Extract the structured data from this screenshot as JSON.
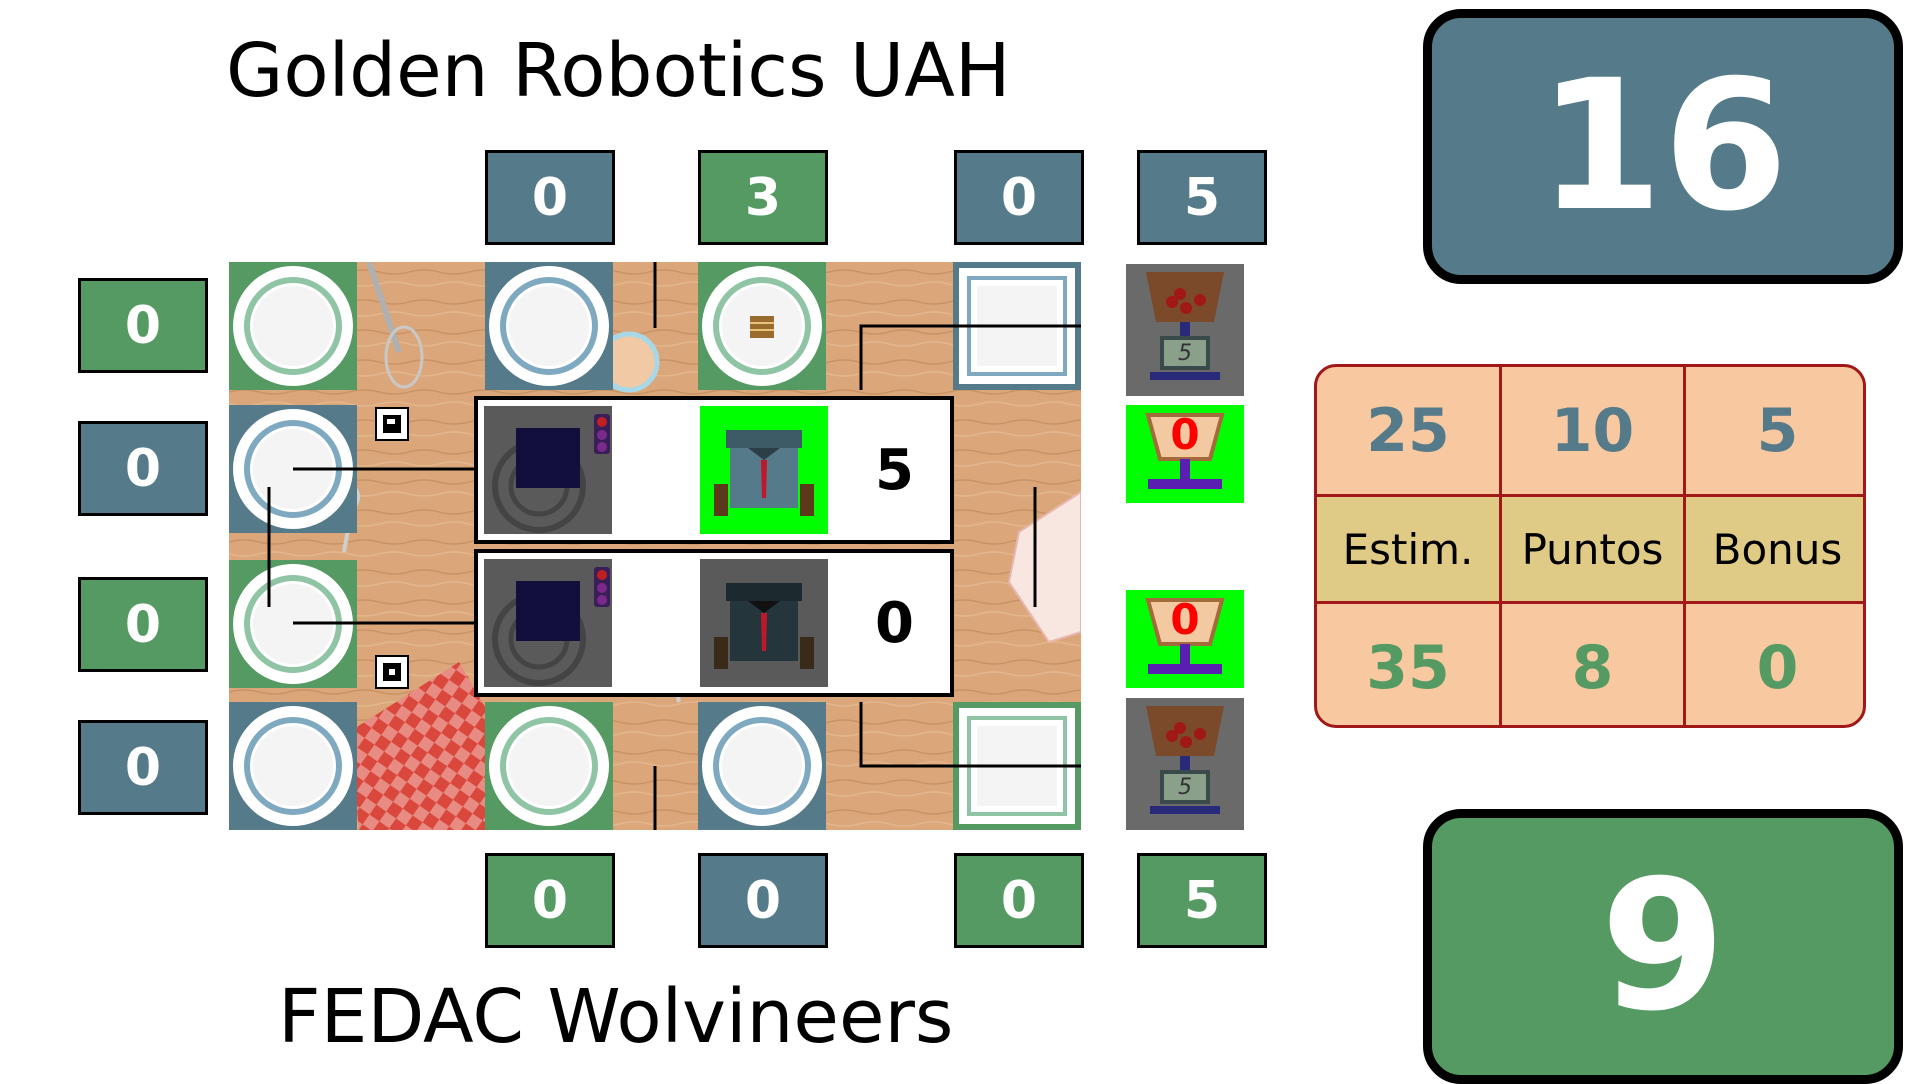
{
  "teams": {
    "top_name": "Golden Robotics UAH",
    "bottom_name": "FEDAC Wolvineers"
  },
  "scores": {
    "top_total": "16",
    "bottom_total": "9",
    "top_color": "#557a89",
    "bottom_color": "#559a63"
  },
  "top_boxes": [
    "0",
    "3",
    "0",
    "5"
  ],
  "bottom_boxes": [
    "0",
    "0",
    "0",
    "5"
  ],
  "left_boxes": [
    "0",
    "0",
    "0",
    "0"
  ],
  "cards": [
    {
      "value": "5"
    },
    {
      "value": "0"
    }
  ],
  "scale_indicators": [
    "0",
    "0"
  ],
  "scale_displays": [
    "5",
    "5"
  ],
  "stats": {
    "headers": [
      "Estim.",
      "Puntos",
      "Bonus"
    ],
    "top_values": [
      "25",
      "10",
      "5"
    ],
    "bottom_values": [
      "35",
      "8",
      "0"
    ]
  }
}
